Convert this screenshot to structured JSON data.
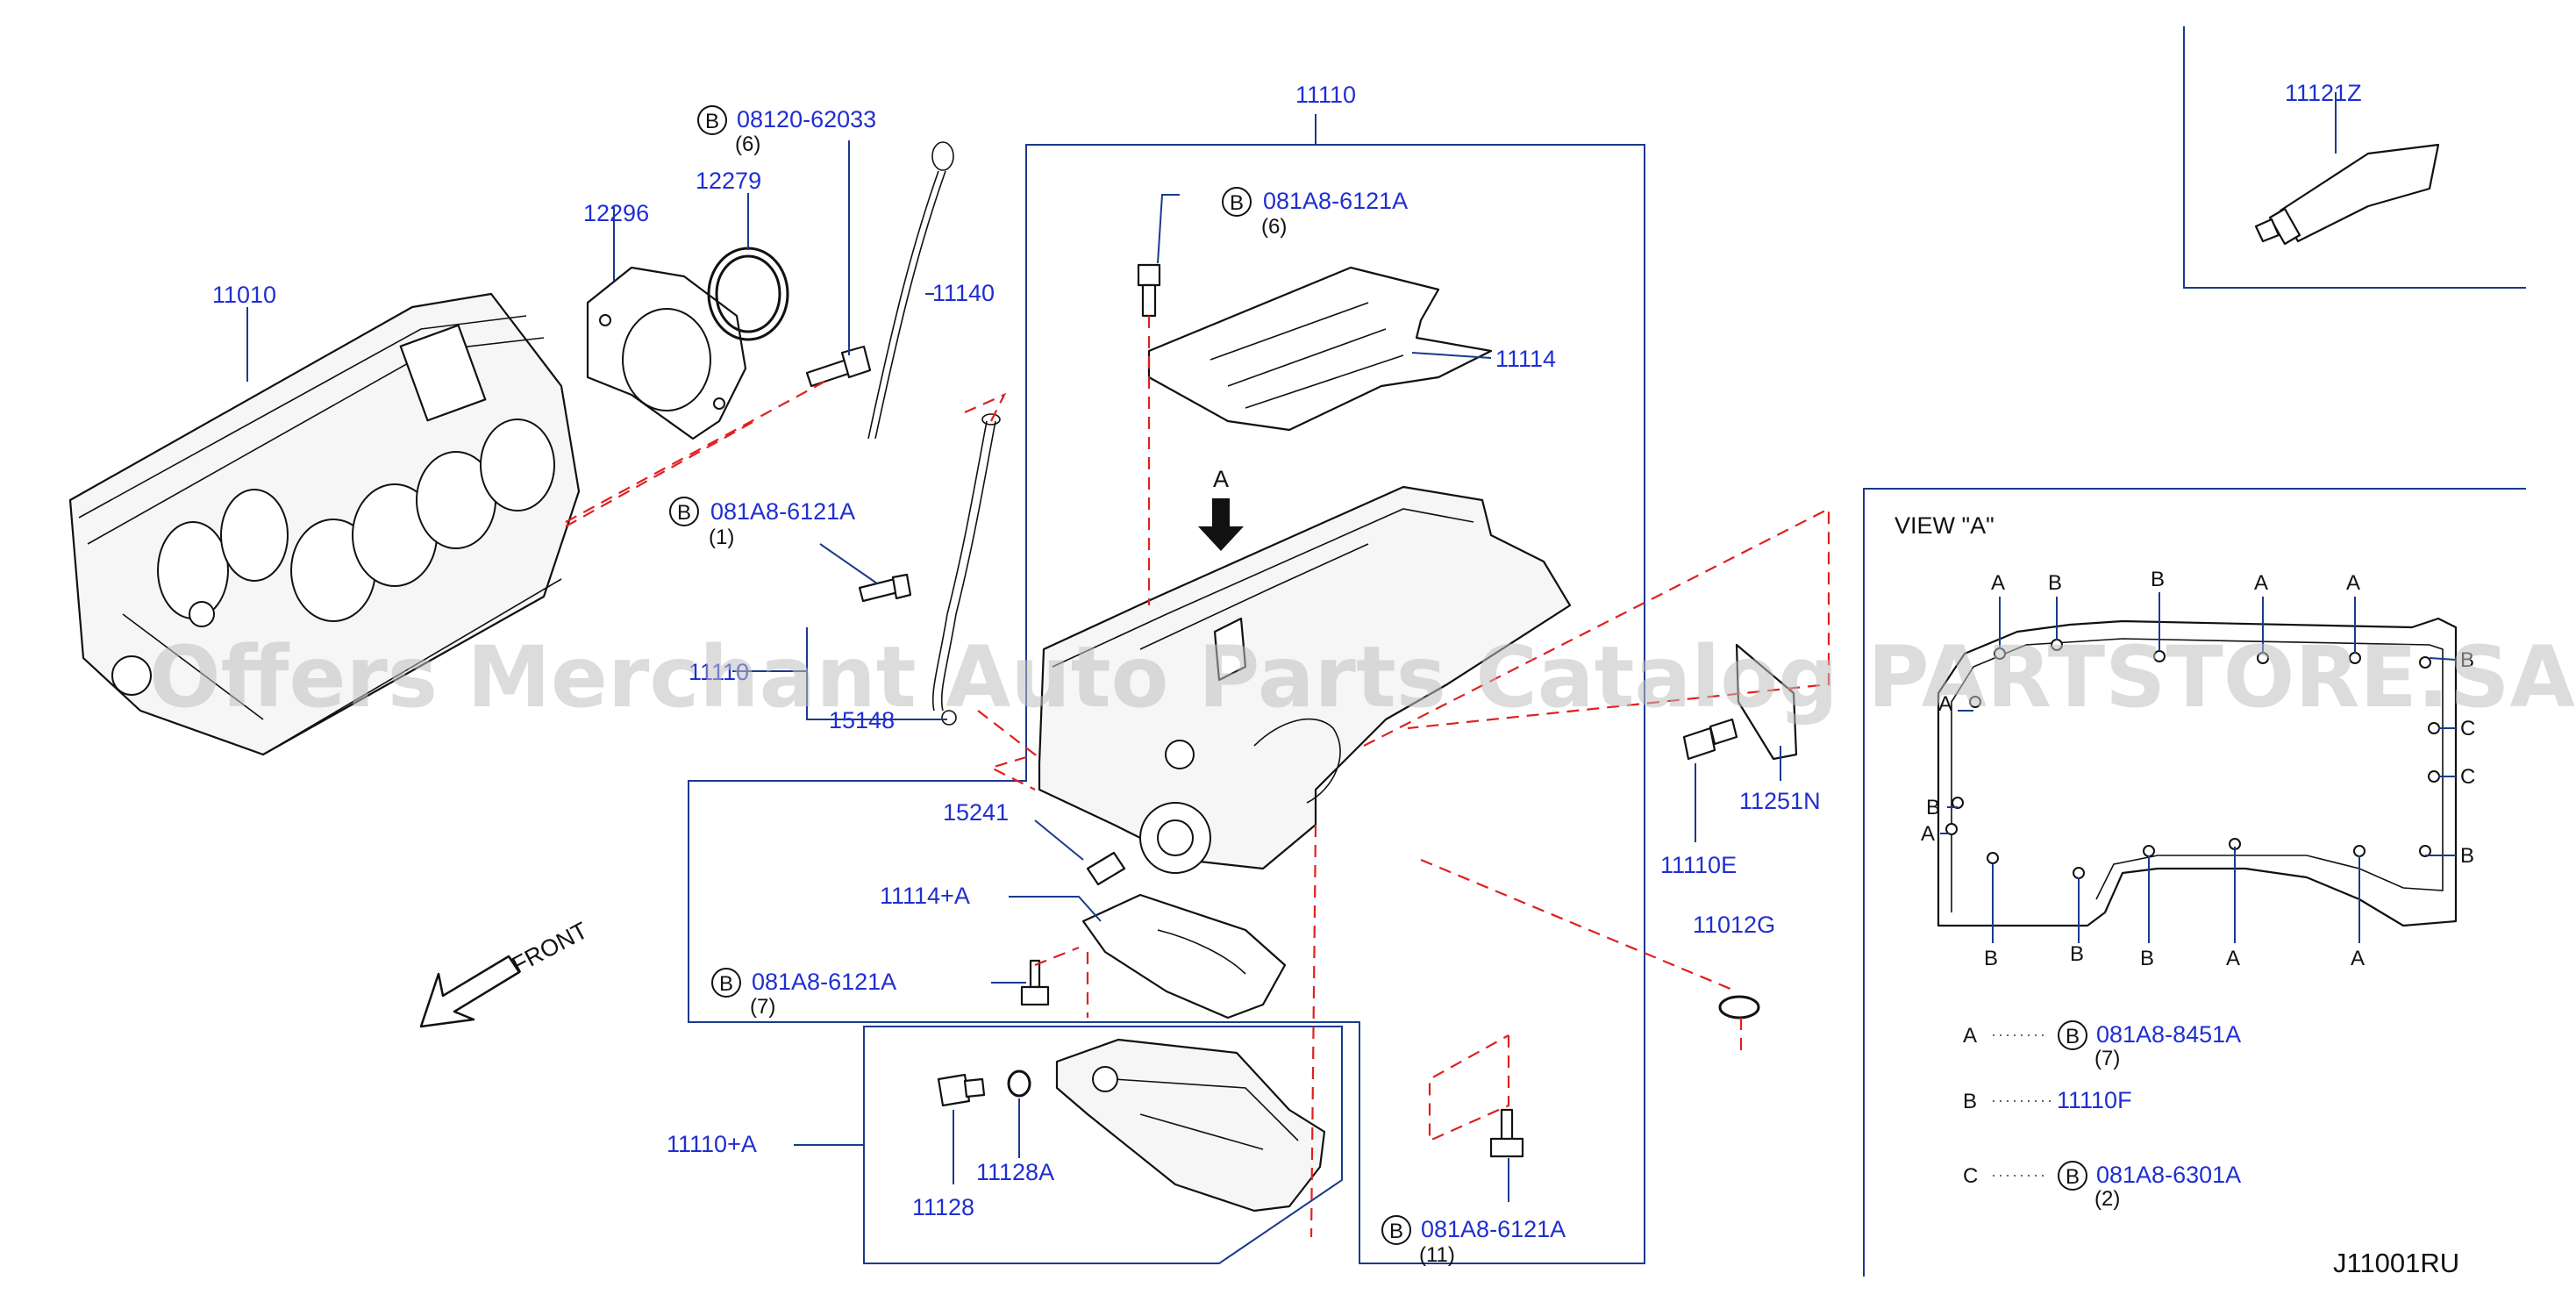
{
  "watermark": "Offers Merchant Auto Parts Catalog PARTSTORE.SA",
  "diagram_code": "J11001RU",
  "front_label": "FRONT",
  "view_arrow_label": "A",
  "parts": {
    "p11010": "11010",
    "p12296": "12296",
    "p12279": "12279",
    "p08120": "08120-62033",
    "p08120_qty": "(6)",
    "p11140": "11140",
    "p11110": "11110",
    "p081A8_top": "081A8-6121A",
    "p081A8_top_qty": "(6)",
    "p11114": "11114",
    "p081A8_left": "081A8-6121A",
    "p081A8_left_qty": "(1)",
    "p1110x": "11110",
    "p15148": "15148",
    "p15241": "15241",
    "p11114A": "11114+A",
    "p081A8_mid": "081A8-6121A",
    "p081A8_mid_qty": "(7)",
    "p11110A": "11110+A",
    "p11128": "11128",
    "p11128A": "11128A",
    "p081A8_bot": "081A8-6121A",
    "p081A8_bot_qty": "(11)",
    "p11110E": "11110E",
    "p11251N": "11251N",
    "p11012G": "11012G",
    "p11121Z": "11121Z"
  },
  "bolt_marker": "B",
  "view_a": {
    "title": "VIEW  \"A\"",
    "markers_top": [
      "A",
      "B",
      "B",
      "A",
      "A"
    ],
    "markers_right": [
      "B",
      "C",
      "C",
      "B"
    ],
    "markers_left": [
      "A",
      "B",
      "A"
    ],
    "markers_bottom": [
      "B",
      "B",
      "B",
      "A",
      "A"
    ],
    "legend": [
      {
        "key": "A",
        "marker": "B",
        "part": "081A8-8451A",
        "qty": "(7)"
      },
      {
        "key": "B",
        "marker": "",
        "part": "11110F",
        "qty": ""
      },
      {
        "key": "C",
        "marker": "B",
        "part": "081A8-6301A",
        "qty": "(2)"
      }
    ]
  }
}
